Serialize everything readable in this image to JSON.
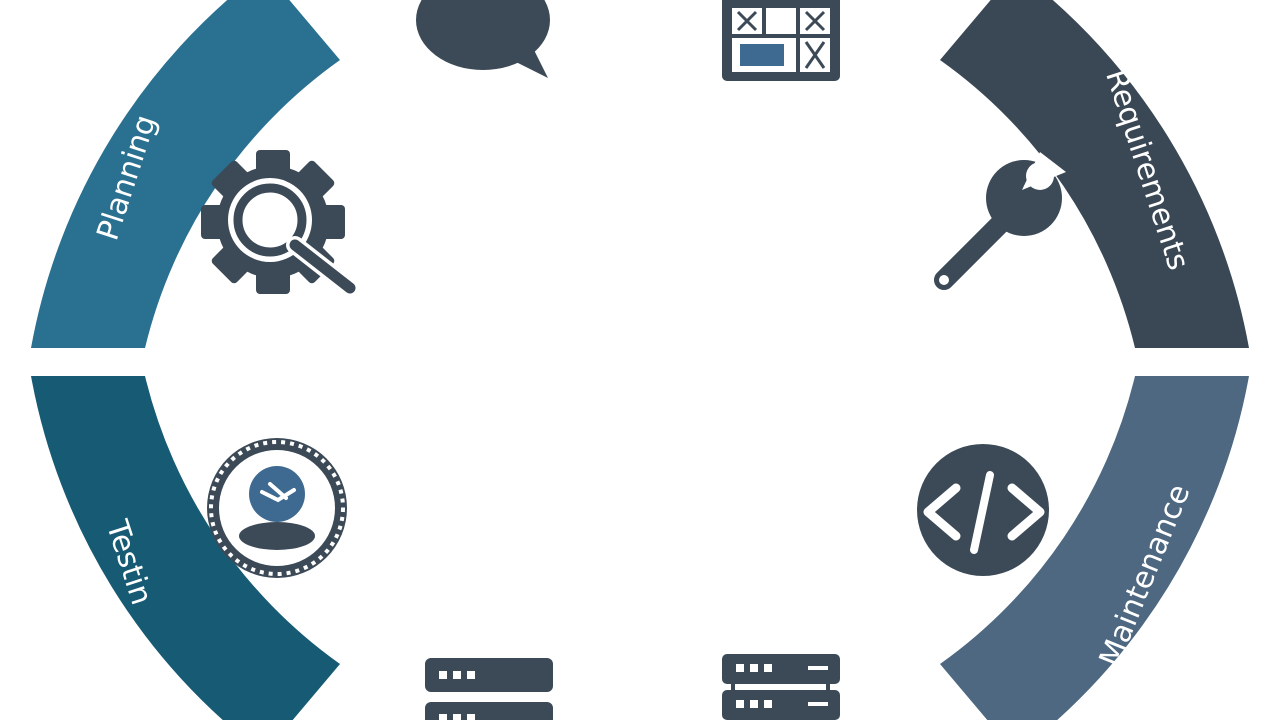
{
  "diagram": {
    "segments": [
      {
        "label": "Planning",
        "color": "#2a7090"
      },
      {
        "label": "Requirements",
        "color": "#3a4855"
      },
      {
        "label": "Maintenance",
        "color": "#4d6880"
      },
      {
        "label": "Testin",
        "color": "#165a74"
      }
    ],
    "icons": [
      "speech-bubble-icon",
      "wireframe-grid-icon",
      "gear-search-icon",
      "wrench-icon",
      "user-gear-icon",
      "code-icon",
      "server-icon",
      "server-rack-icon"
    ],
    "colors": {
      "icon_dark": "#3c4a57",
      "icon_blue": "#3e6a92",
      "background": "#ffffff"
    }
  }
}
